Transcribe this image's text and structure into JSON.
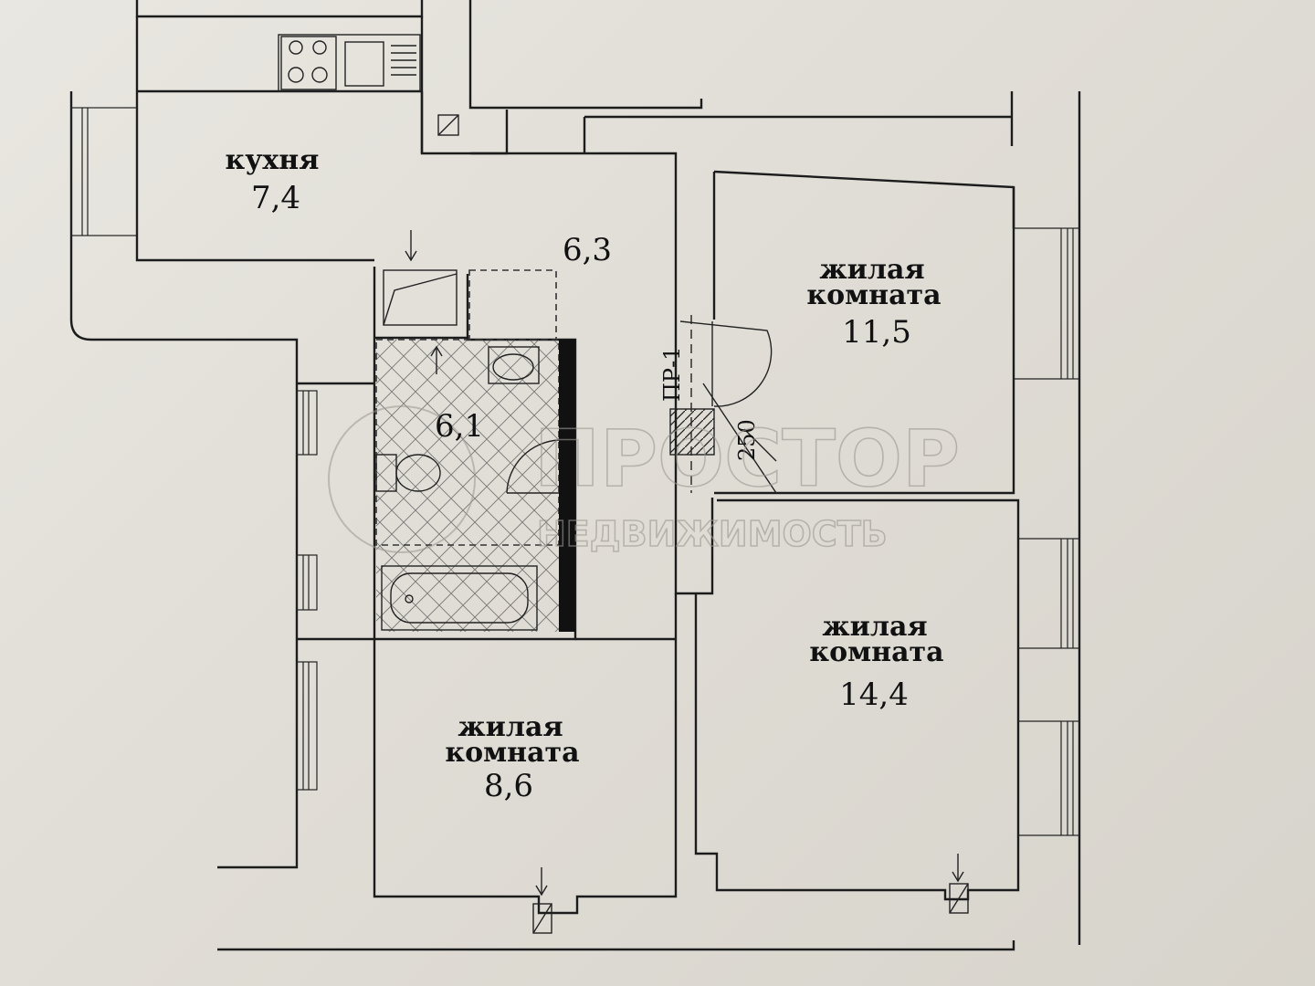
{
  "rooms": {
    "kitchen": {
      "label": "кухня",
      "area": "7,4"
    },
    "hall": {
      "area": "6,3"
    },
    "bath": {
      "area": "6,1"
    },
    "room_top_right": {
      "label1": "жилая",
      "label2": "комната",
      "area": "11,5"
    },
    "room_bottom_right": {
      "label1": "жилая",
      "label2": "комната",
      "area": "14,4"
    },
    "room_bottom_left": {
      "label1": "жилая",
      "label2": "комната",
      "area": "8,6"
    }
  },
  "annotations": {
    "opening_code": "ПР-1",
    "opening_width": "250"
  },
  "watermark": {
    "brand": "ПРОСТОР",
    "sub": "НЕДВИЖИМОСТЬ"
  },
  "colors": {
    "paper": "#e4e1da",
    "ink": "#1c1c1c",
    "watermark": "#9a9892"
  }
}
